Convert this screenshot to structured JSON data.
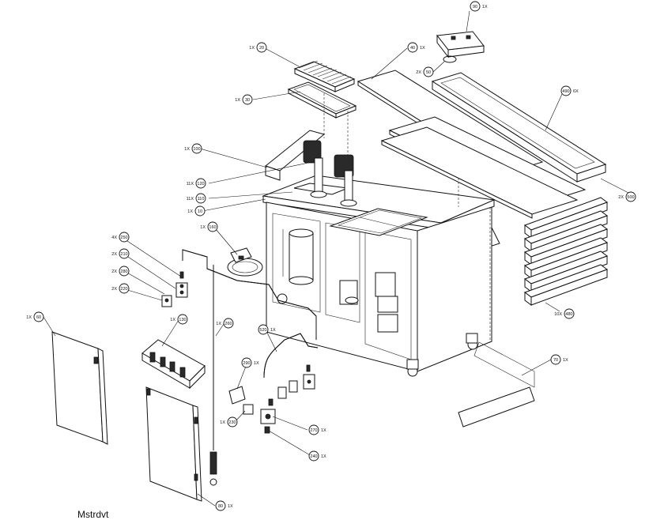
{
  "footer_text": "Mstrdvt",
  "callouts": [
    {
      "id": "c90",
      "num": "90",
      "qty": "1X"
    },
    {
      "id": "c20",
      "num": "20",
      "qty": "1X"
    },
    {
      "id": "c40",
      "num": "40",
      "qty": "1X"
    },
    {
      "id": "c50",
      "num": "50",
      "qty": "2X"
    },
    {
      "id": "c30",
      "num": "30",
      "qty": "1X"
    },
    {
      "id": "c490",
      "num": "490",
      "qty": "6X"
    },
    {
      "id": "c100",
      "num": "100",
      "qty": "1X"
    },
    {
      "id": "c120",
      "num": "120",
      "qty": "11X"
    },
    {
      "id": "c110",
      "num": "110",
      "qty": "11X"
    },
    {
      "id": "c10",
      "num": "10",
      "qty": "1X"
    },
    {
      "id": "c500",
      "num": "500",
      "qty": "2X"
    },
    {
      "id": "c160",
      "num": "160",
      "qty": "1X"
    },
    {
      "id": "c250",
      "num": "250",
      "qty": "4X"
    },
    {
      "id": "c210",
      "num": "210",
      "qty": "2X"
    },
    {
      "id": "c280",
      "num": "280",
      "qty": "2X"
    },
    {
      "id": "c220",
      "num": "220",
      "qty": "2X"
    },
    {
      "id": "c480",
      "num": "480",
      "qty": "10X"
    },
    {
      "id": "c60",
      "num": "60",
      "qty": "1X"
    },
    {
      "id": "c130",
      "num": "130",
      "qty": "1X"
    },
    {
      "id": "c260",
      "num": "260",
      "qty": "1X"
    },
    {
      "id": "c520",
      "num": "520",
      "qty": "1X"
    },
    {
      "id": "c70",
      "num": "70",
      "qty": "1X"
    },
    {
      "id": "c290",
      "num": "290",
      "qty": "1X"
    },
    {
      "id": "c230",
      "num": "230",
      "qty": "1X"
    },
    {
      "id": "c270",
      "num": "270",
      "qty": "1X"
    },
    {
      "id": "c240",
      "num": "240",
      "qty": "1X"
    },
    {
      "id": "c80",
      "num": "80",
      "qty": "1X"
    }
  ]
}
